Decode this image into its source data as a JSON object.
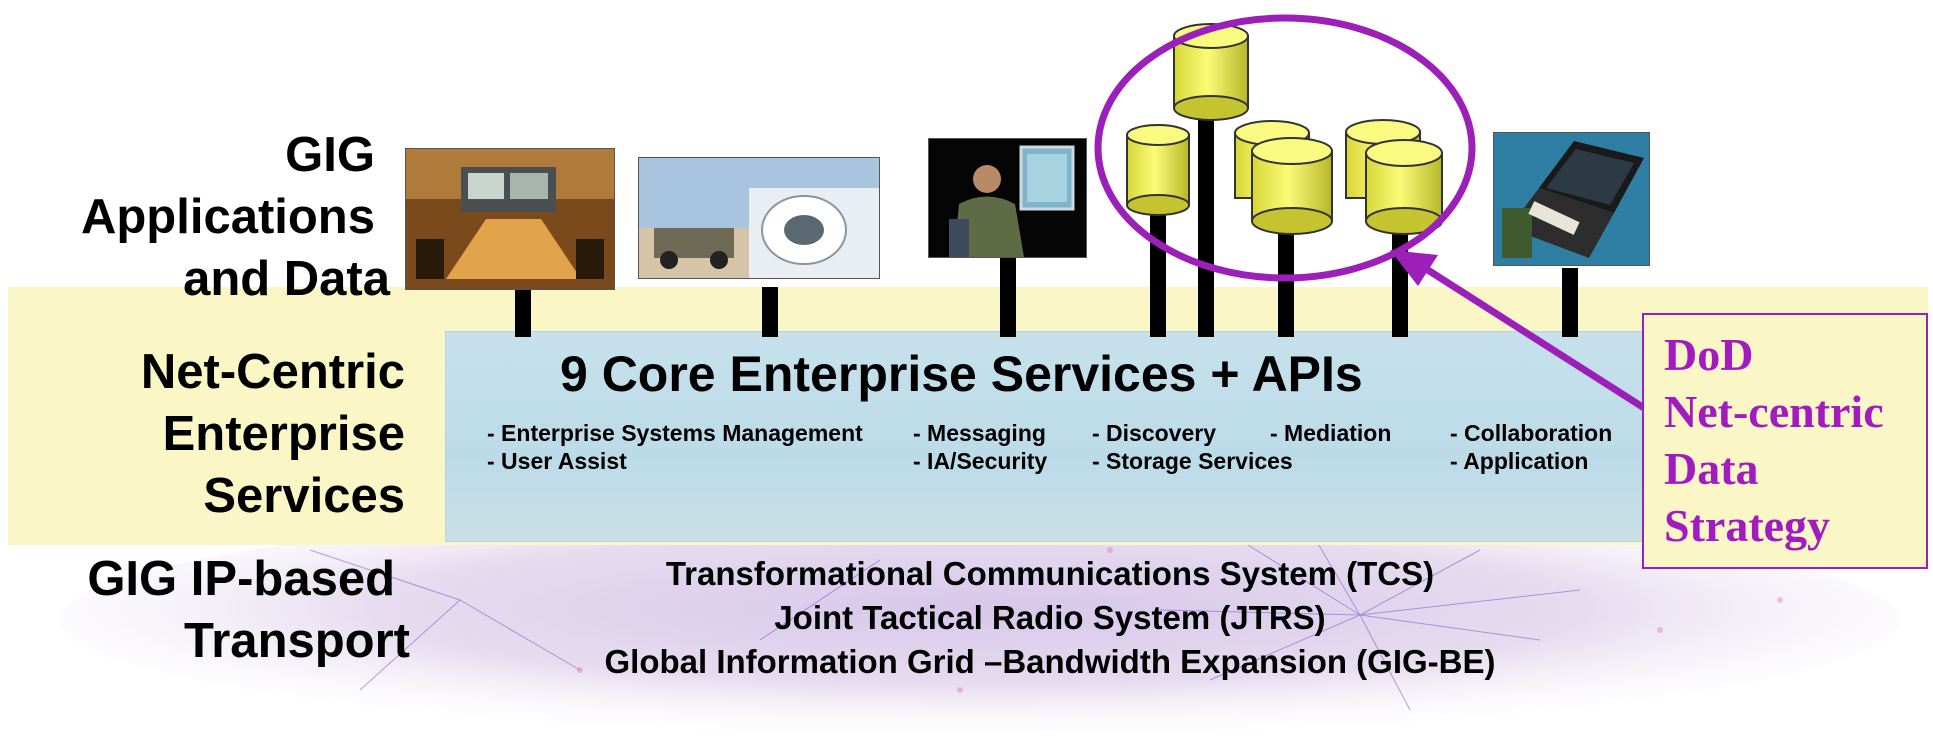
{
  "layers": {
    "applications": [
      "GIG",
      "Applications",
      "and Data"
    ],
    "services": [
      "Net-Centric",
      "Enterprise",
      "Services"
    ],
    "transport": [
      "GIG IP-based",
      "Transport"
    ]
  },
  "core_services": {
    "title": "9 Core Enterprise Services + APIs",
    "items": [
      "- Enterprise Systems Management",
      "- User Assist",
      "- Messaging",
      "- IA/Security",
      "- Discovery",
      "- Storage Services",
      "- Mediation",
      "- Collaboration",
      "- Application"
    ]
  },
  "transport_systems": [
    "Transformational Communications System (TCS)",
    "Joint Tactical Radio System (JTRS)",
    "Global Information Grid –Bandwidth Expansion (GIG-BE)"
  ],
  "strategy": [
    "DoD",
    "Net-centric",
    "Data",
    "Strategy"
  ],
  "colors": {
    "band": "#fbf6c5",
    "services_box": "#c2dde9",
    "accent_purple": "#9b1fb8",
    "cylinder": "#f2f25a"
  },
  "icons": [
    "conference-room-photo",
    "military-vehicle-photo",
    "soldier-workstation-photo",
    "laptop-photo",
    "database-cylinder-icon"
  ]
}
